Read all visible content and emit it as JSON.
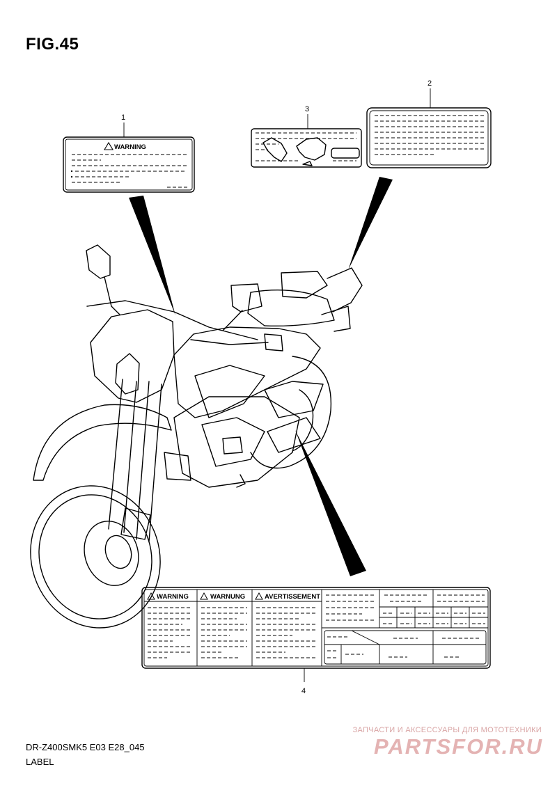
{
  "figure": {
    "title": "FIG.45",
    "model_code": "DR-Z400SMK5 E03 E28_045",
    "section": "LABEL"
  },
  "callouts": [
    "1",
    "2",
    "3",
    "4"
  ],
  "label_1": {
    "heading": "WARNING"
  },
  "label_4": {
    "headings": [
      "WARNING",
      "WARNUNG",
      "AVERTISSEMENT"
    ]
  },
  "watermark": {
    "tagline": "ЗАПЧАСТИ И АКСЕССУАРЫ ДЛЯ МОТОТЕХНИКИ",
    "brand": "PARTSFOR.RU"
  }
}
